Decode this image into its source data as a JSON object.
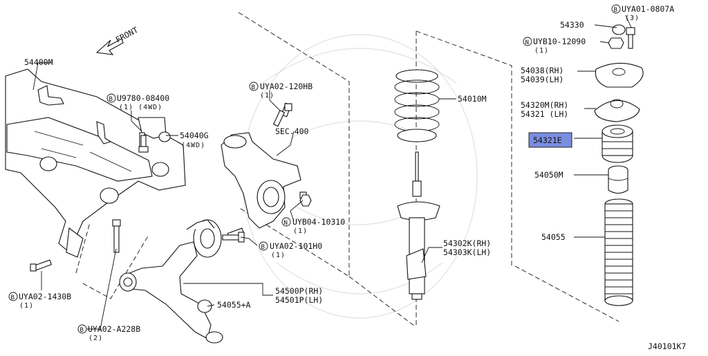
{
  "diagram": {
    "front_label": "FRONT",
    "sec_label": "SEC.400",
    "ref_code": "J40101K7",
    "labels": {
      "p54400m": "54400M",
      "u9780": "U9780-08400",
      "u9780_sub": "(1)  (4WD)",
      "p54040g": "54040G",
      "p54040g_sub": "(4WD)",
      "uya02_120hb": "UYA02-120HB",
      "uya02_120hb_sub": "(1)",
      "uyb04": "UYB04-10310",
      "uyb04_sub": "(1)",
      "uya02_101h0": "UYA02-101H0",
      "uya02_101h0_sub": "(1)",
      "uya02_1430b": "UYA02-1430B",
      "uya02_1430b_sub": "(1)",
      "uya02_a228b": "UYA02-A228B",
      "uya02_a228b_sub": "(2)",
      "p54500p": "54500P(RH)",
      "p54501p": "54501P(LH)",
      "p54055a": "54055+A",
      "p54010m": "54010M",
      "p54302k": "54302K(RH)",
      "p54303k": "54303K(LH)",
      "p54330": "54330",
      "uya01": "UYA01-0807A",
      "uya01_sub": "(3)",
      "uyb10": "UYB10-12090",
      "uyb10_sub": "(1)",
      "p54038": "54038(RH)",
      "p54039": "54039(LH)",
      "p54320m": "54320M(RH)",
      "p54321": "54321  (LH)",
      "p54321e": "54321E",
      "p54050m": "54050M",
      "p54055": "54055"
    },
    "colors": {
      "highlight": "#7a8ee0",
      "line": "#111111"
    },
    "icons": [
      "front-arrow-icon",
      "bolt-b-icon",
      "nut-n-icon"
    ]
  }
}
